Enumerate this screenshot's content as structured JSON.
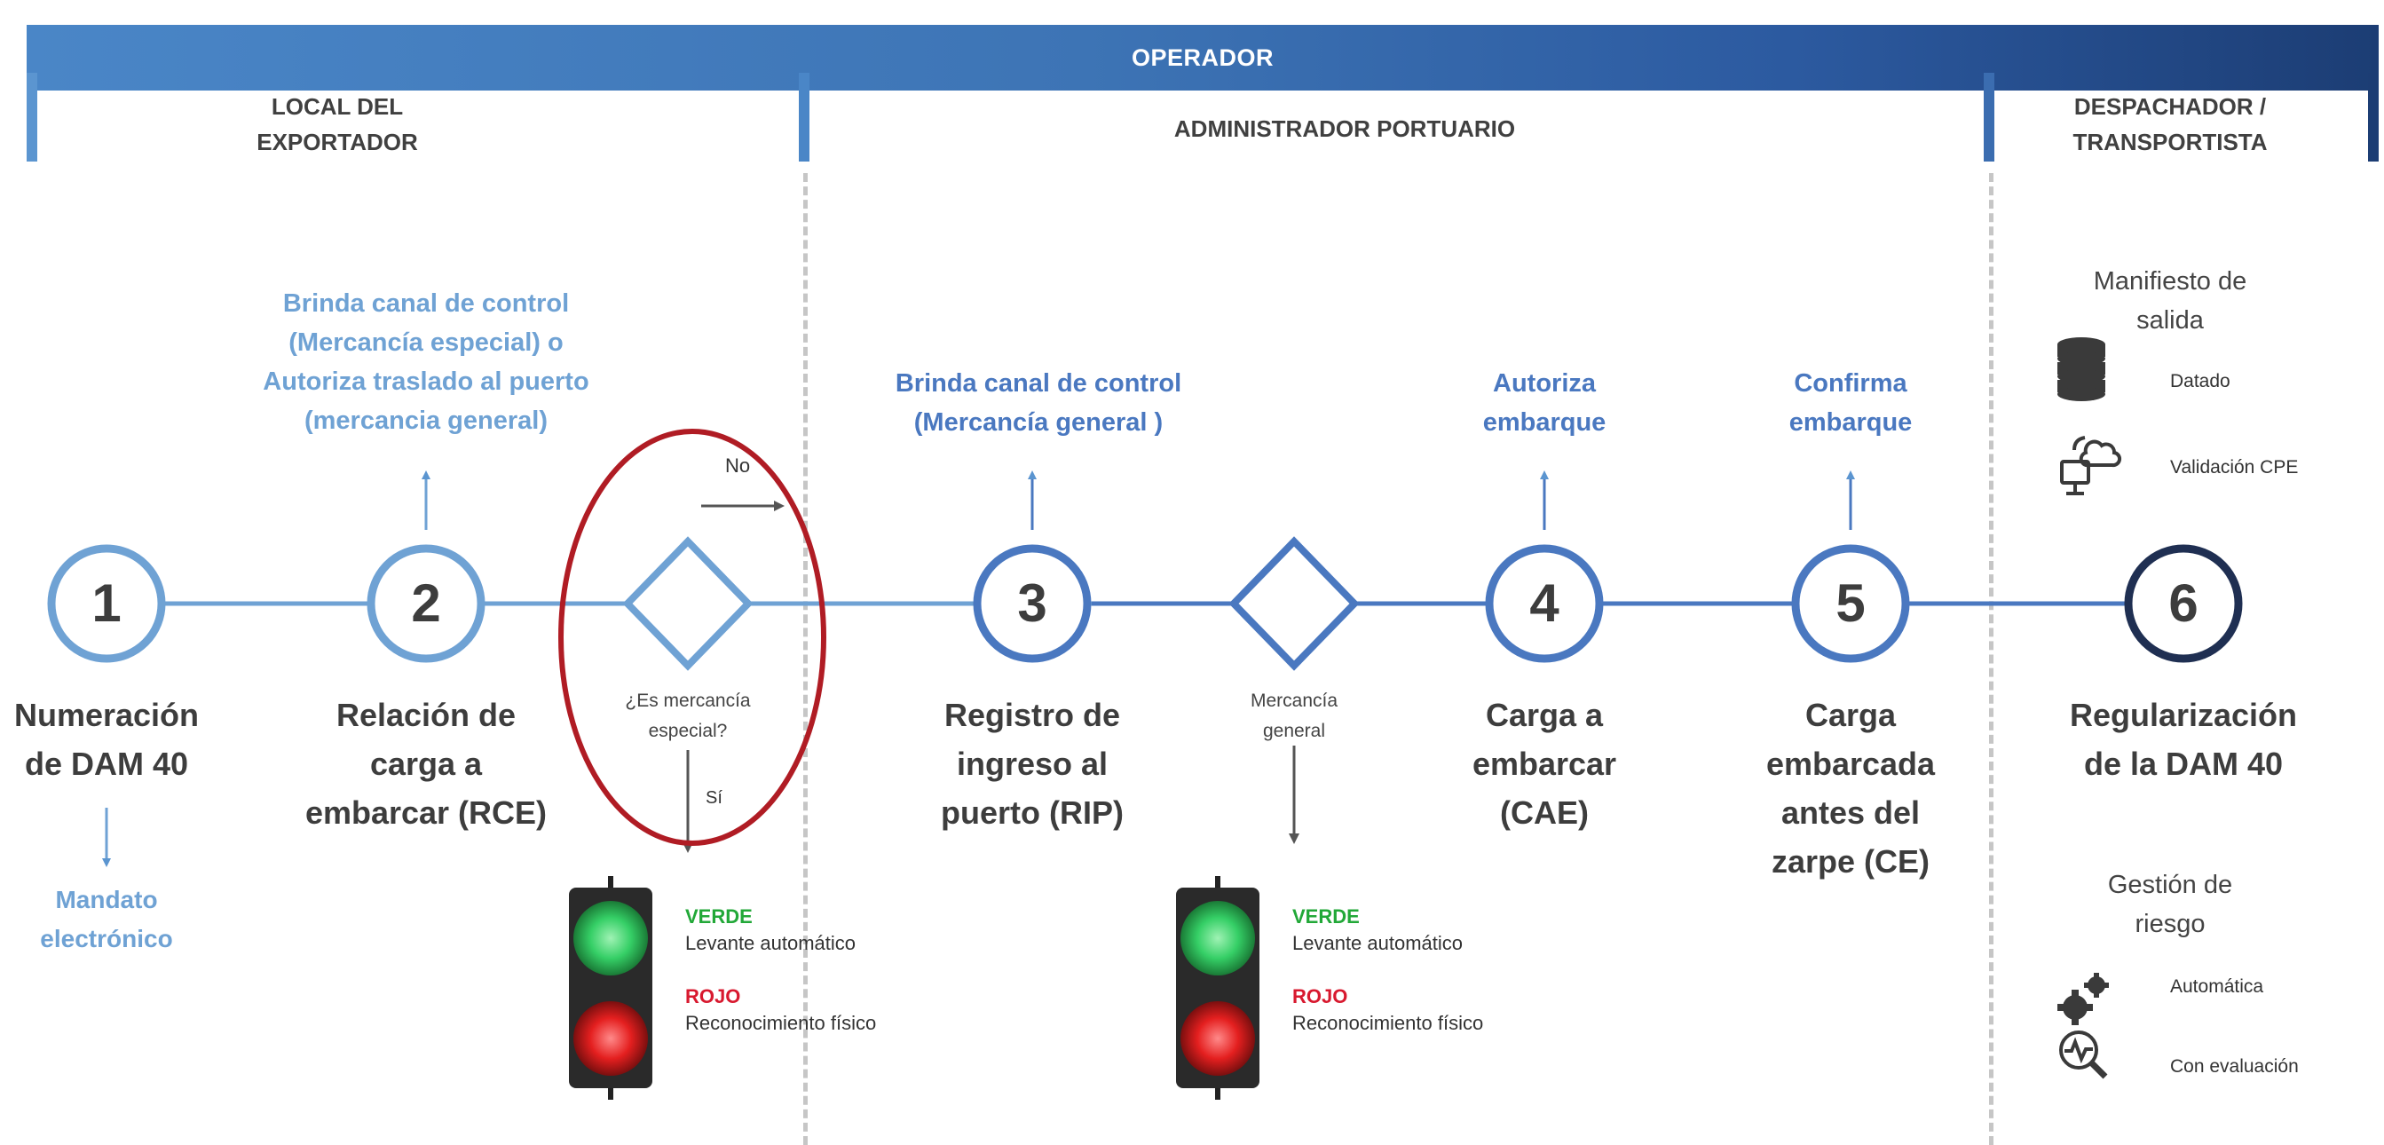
{
  "header": {
    "operator": "OPERADOR",
    "local_exportador": [
      "LOCAL DEL",
      "EXPORTADOR"
    ],
    "administrador": "ADMINISTRADOR PORTUARIO",
    "despachador": [
      "DESPACHADOR /",
      "TRANSPORTISTA"
    ]
  },
  "steps": [
    {
      "num": "1",
      "title": [
        "Numeración",
        "de DAM 40"
      ],
      "note": [
        "Mandato",
        "electrónico"
      ]
    },
    {
      "num": "2",
      "title": [
        "Relación de",
        "carga a",
        "embarcar (RCE)"
      ],
      "note": [
        "Brinda canal de control",
        "(Mercancía especial) o",
        "Autoriza traslado al puerto",
        "(mercancia general)"
      ]
    },
    {
      "num": "3",
      "title": [
        "Registro de",
        "ingreso al",
        "puerto (RIP)"
      ],
      "note": [
        "Brinda canal de control",
        "(Mercancía general )"
      ]
    },
    {
      "num": "4",
      "title": [
        "Carga a",
        "embarcar",
        "(CAE)"
      ],
      "note": [
        "Autoriza",
        "embarque"
      ]
    },
    {
      "num": "5",
      "title": [
        "Carga",
        "embarcada",
        "antes del",
        "zarpe (CE)"
      ],
      "note": [
        "Confirma",
        "embarque"
      ]
    },
    {
      "num": "6",
      "title": [
        "Regularización",
        "de la DAM 40"
      ]
    }
  ],
  "decision1": {
    "question": [
      "¿Es mercancía",
      "especial?"
    ],
    "no": "No",
    "si": "Sí"
  },
  "decision2": {
    "label": [
      "Mercancía",
      "general"
    ]
  },
  "traffic_light": {
    "green_label": "VERDE",
    "green_desc": "Levante automático",
    "red_label": "ROJO",
    "red_desc": "Reconocimiento físico"
  },
  "side": {
    "manifiesto": [
      "Manifiesto de",
      "salida"
    ],
    "datado": "Datado",
    "validacion": "Validación CPE",
    "gestion": [
      "Gestión de",
      "riesgo"
    ],
    "automatica": "Automática",
    "evaluacion": "Con evaluación"
  },
  "colors": {
    "light_blue": "#6fa2d4",
    "mid_blue": "#4a78c0",
    "dark_navy": "#1f2f52",
    "highlight_red": "#b01c24"
  }
}
